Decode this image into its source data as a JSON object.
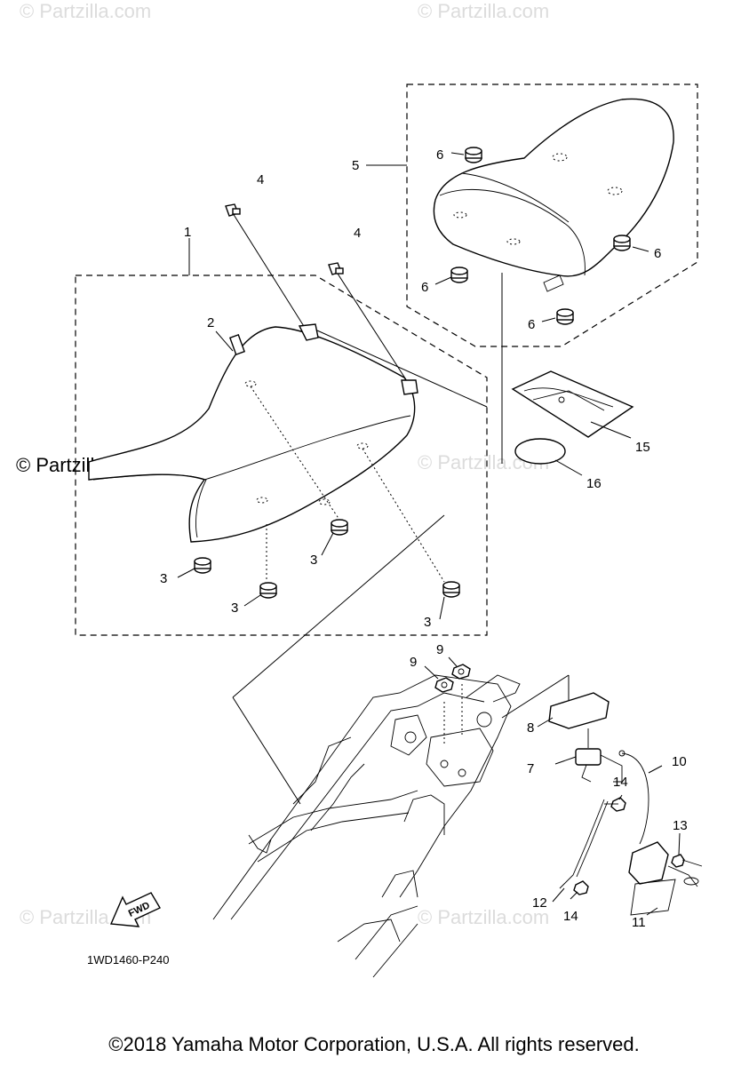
{
  "watermarks": {
    "top_left": "© Partzilla.com",
    "top_right": "© Partzilla.com",
    "mid_left": "© Partzilla.com",
    "mid_right": "© Partzilla.com",
    "bottom_left": "© Partzilla.com",
    "bottom_right": "© Partzilla.com"
  },
  "callouts": {
    "p1": "1",
    "p2": "2",
    "p3a": "3",
    "p3b": "3",
    "p3c": "3",
    "p3d": "3",
    "p4a": "4",
    "p4b": "4",
    "p5": "5",
    "p6a": "6",
    "p6b": "6",
    "p6c": "6",
    "p6d": "6",
    "p7": "7",
    "p8": "8",
    "p9a": "9",
    "p9b": "9",
    "p10": "10",
    "p11": "11",
    "p12": "12",
    "p13": "13",
    "p14a": "14",
    "p14b": "14",
    "p15": "15",
    "p16": "16"
  },
  "fwd_label": "FWD",
  "diagram_code": "1WD1460-P240",
  "copyright": "©2018 Yamaha Motor Corporation, U.S.A. All rights reserved."
}
